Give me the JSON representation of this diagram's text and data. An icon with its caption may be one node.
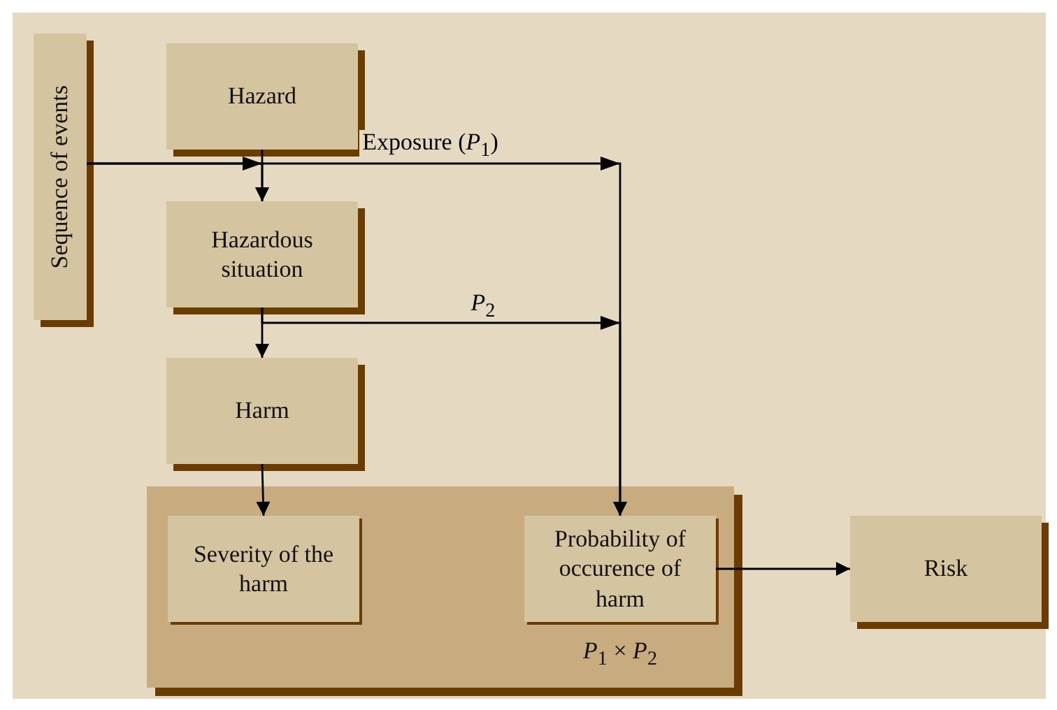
{
  "diagram": {
    "nodes": [
      {
        "text": [
          "Sequence of events"
        ]
      },
      {
        "text": [
          "Hazard"
        ]
      },
      {
        "text": [
          "Hazardous situation"
        ]
      },
      {
        "text": [
          "Harm"
        ]
      },
      {
        "text": [],
        "shape": "box"
      },
      {
        "text": [
          "Severity of the harm"
        ],
        "in": 4
      },
      {
        "text": [
          "Probability of occurence of harm"
        ],
        "in": 4,
        "beside": [
          "*P*$_{1}$ × *P*$_{2}$"
        ]
      },
      {
        "text": [
          "Risk"
        ]
      }
    ],
    "edges": [
      {
        "from": 0,
        "to": 2,
        "arrow": "to"
      },
      {
        "from": 0,
        "to": 6,
        "arrow": "to",
        "label": "Exposure (*P*$_{1}$)"
      },
      {
        "from": 1,
        "to": 2,
        "arrow": "to"
      },
      {
        "from": 2,
        "to": 3,
        "arrow": "to"
      },
      {
        "from": 2,
        "to": 6,
        "arrow": "to",
        "label": "*P*$_{2}$"
      },
      {
        "from": 3,
        "to": 5,
        "arrow": "to"
      },
      {
        "from": 6,
        "to": 7,
        "arrow": "to"
      }
    ]
  }
}
